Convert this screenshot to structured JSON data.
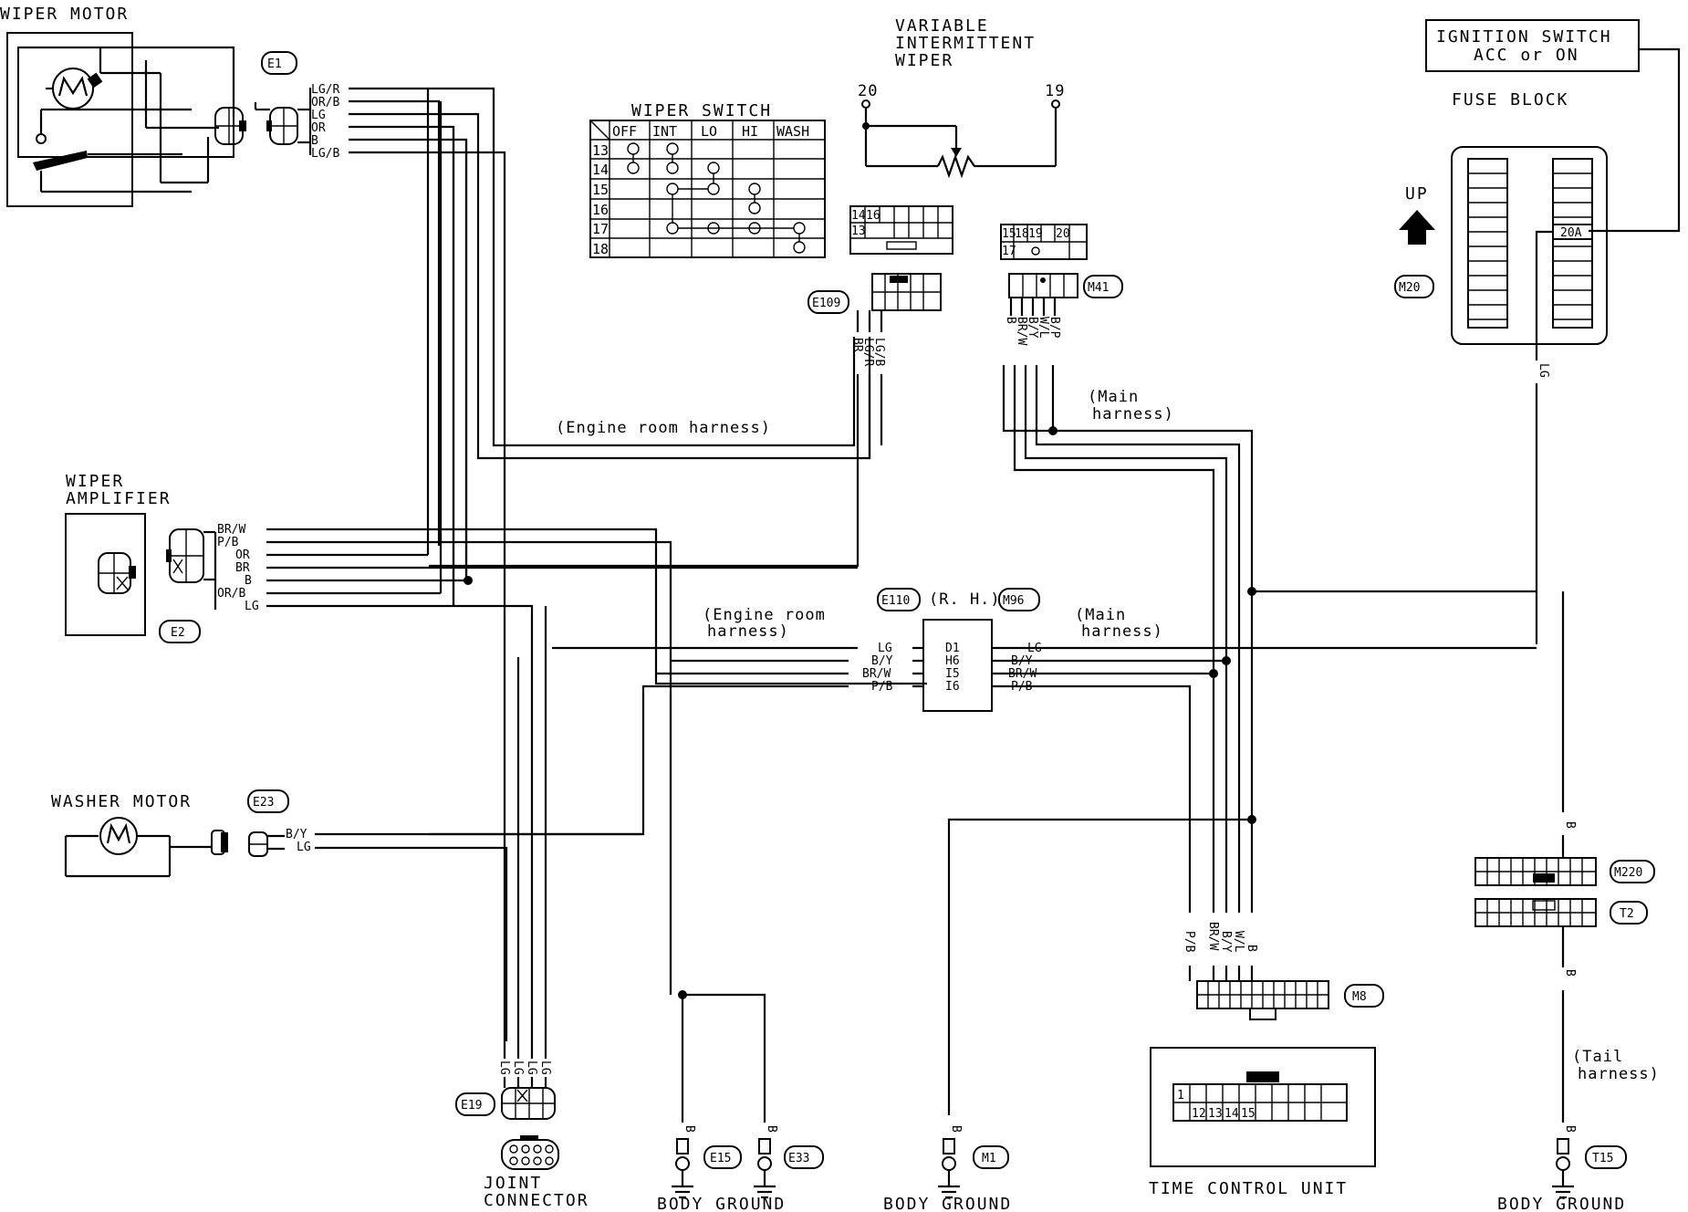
{
  "components": {
    "wiper_motor": "WIPER MOTOR",
    "variable_intermittent": [
      "VARIABLE",
      "INTERMITTENT",
      "WIPER"
    ],
    "wiper_switch": "WIPER SWITCH",
    "ignition_switch": [
      "IGNITION SWITCH",
      "ACC or ON"
    ],
    "fuse_block": "FUSE BLOCK",
    "fuse": "20A",
    "up": "UP",
    "wiper_amplifier": [
      "WIPER",
      "AMPLIFIER"
    ],
    "washer_motor": "WASHER MOTOR",
    "joint_connector": [
      "JOINT",
      "CONNECTOR"
    ],
    "body_ground": "BODY GROUND",
    "time_control_unit": "TIME CONTROL UNIT"
  },
  "terminals": {
    "t20": "20",
    "t19": "19"
  },
  "harness_labels": {
    "engine_room_top": "(Engine room harness)",
    "main_top": [
      "(Main",
      "harness)"
    ],
    "engine_room_mid": [
      "(Engine room",
      "harness)"
    ],
    "main_mid": [
      "(Main",
      "harness)"
    ],
    "tail": [
      "(Tail",
      "harness)"
    ],
    "rh": "(R. H.)"
  },
  "connectors": {
    "E1": "E1",
    "E2": "E2",
    "E23": "E23",
    "E19": "E19",
    "E15": "E15",
    "E33": "E33",
    "M1": "M1",
    "E109": "E109",
    "M41": "M41",
    "M20": "M20",
    "E110": "E110",
    "M96": "M96",
    "M8": "M8",
    "M220": "M220",
    "T2": "T2",
    "T15": "T15"
  },
  "wiper_switch_table": {
    "headers": [
      "OFF",
      "INT",
      "LO",
      "HI",
      "WASH"
    ],
    "rows": [
      "13",
      "14",
      "15",
      "16",
      "17",
      "18"
    ]
  },
  "wire_colors": {
    "e1": [
      "LG/R",
      "OR/B",
      "LG",
      "OR",
      "B",
      "LG/B"
    ],
    "e2": [
      "BR/W",
      "P/B",
      "OR",
      "BR",
      "B",
      "OR/B",
      "LG"
    ],
    "e110_left": [
      "LG",
      "B/Y",
      "BR/W",
      "P/B"
    ],
    "e110_right": [
      "LG",
      "B/Y",
      "BR/W",
      "P/B"
    ],
    "e110_pins": [
      "D1",
      "H6",
      "I5",
      "I6"
    ],
    "e23": [
      "B/Y",
      "LG"
    ],
    "e109": [
      "BR",
      "LG/R",
      "LG/B"
    ],
    "m41": [
      "B",
      "BR/W",
      "B/Y",
      "W/L",
      "B/P"
    ],
    "m8": [
      "P/B",
      "BR/W",
      "B/Y",
      "W/L",
      "B"
    ],
    "e19": [
      "LG",
      "LG",
      "LG",
      "LG"
    ],
    "fuse_out": "LG",
    "ground": "B"
  },
  "pin_grids": {
    "e109_top": [
      "14",
      "16",
      "13"
    ],
    "m41_top": [
      "15",
      "18",
      "19",
      "20",
      "17"
    ],
    "tcu": [
      "1",
      "12",
      "13",
      "14",
      "15"
    ]
  }
}
